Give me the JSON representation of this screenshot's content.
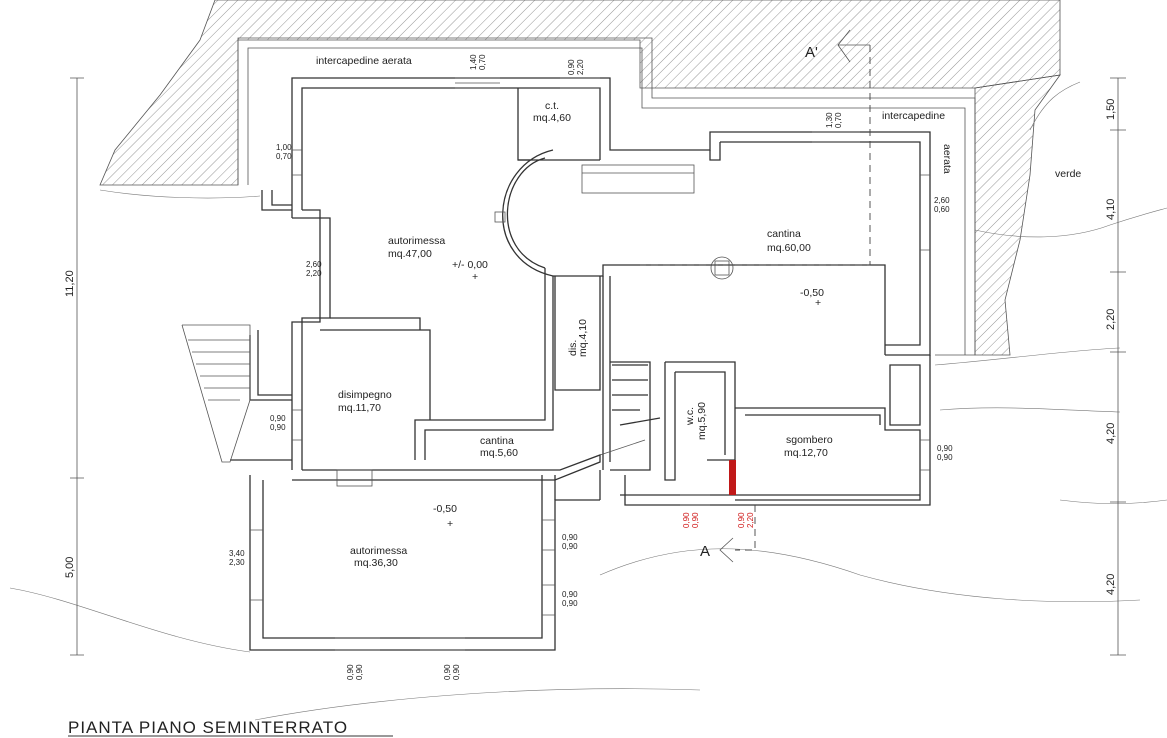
{
  "title": "PIANTA PIANO SEMINTERRATO",
  "exterior_labels": {
    "intercapedine_aerata": "intercapedine aerata",
    "intercapedine": "intercapedine",
    "aerata": "aerata",
    "verde": "verde"
  },
  "section_marks": {
    "top": "A'",
    "bottom": "A"
  },
  "rooms": {
    "autorimessa_1": {
      "name": "autorimessa",
      "area": "mq.47,00",
      "level": "+/- 0,00"
    },
    "ct": {
      "name": "c.t.",
      "area": "mq.4,60"
    },
    "cantina_1": {
      "name": "cantina",
      "area": "mq.60,00",
      "level": "-0,50"
    },
    "dis": {
      "name": "dis.",
      "area": "mq.4,10"
    },
    "wc": {
      "name": "w.c.",
      "area": "mq.5,90"
    },
    "disimpegno": {
      "name": "disimpegno",
      "area": "mq.11,70"
    },
    "cantina_2": {
      "name": "cantina",
      "area": "mq.5,60"
    },
    "sgombero": {
      "name": "sgombero",
      "area": "mq.12,70"
    },
    "autorimessa_2": {
      "name": "autorimessa",
      "area": "mq.36,30",
      "level": "-0,50"
    }
  },
  "openings": {
    "top_window_1": [
      "1,40",
      "0,70"
    ],
    "top_window_2": [
      "0,90",
      "2,20"
    ],
    "left_window": [
      "1,00",
      "0,70"
    ],
    "garage_door": [
      "2,60",
      "2,20"
    ],
    "right_window_top": [
      "1,30",
      "0,70"
    ],
    "right_window_side": [
      "2,60",
      "0,60"
    ],
    "disimpegno_window": [
      "0,90",
      "0,90"
    ],
    "sgombero_window": [
      "0,90",
      "0,90"
    ],
    "lower_right_1": [
      "0,90",
      "0,90"
    ],
    "lower_right_2": [
      "0,90",
      "0,90"
    ],
    "lower_left_door": [
      "3,40",
      "2,30"
    ],
    "bottom_1": [
      "0,90",
      "0,90"
    ],
    "bottom_2": [
      "0,90",
      "0,90"
    ],
    "red_1": [
      "0,90",
      "0,90"
    ],
    "red_2": [
      "0,90",
      "2,20"
    ]
  },
  "overall_dims": {
    "left_upper": "11,20",
    "left_lower": "5,00",
    "right": [
      "1,50",
      "4,10",
      "2,20",
      "4,20",
      "4,20"
    ]
  },
  "colors": {
    "line": "#333333",
    "hatch": "#888888",
    "highlight": "#d01818"
  }
}
